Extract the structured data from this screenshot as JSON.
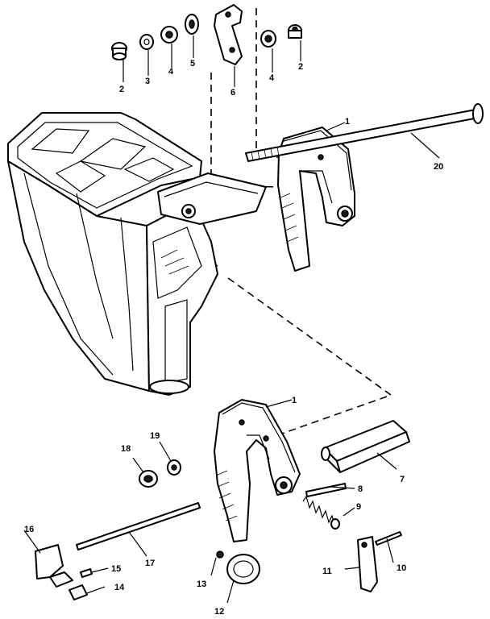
{
  "callouts": {
    "c1": "2",
    "c2": "3",
    "c3": "4",
    "c4": "5",
    "c5": "6",
    "c6": "4",
    "c7": "2",
    "c8": "1",
    "c9": "20",
    "c10": "1",
    "c11": "7",
    "c12": "8",
    "c13": "9",
    "c14": "10",
    "c15": "11",
    "c16": "12",
    "c17": "13",
    "c18": "14",
    "c19": "15",
    "c20": "16",
    "c21": "17",
    "c22": "18",
    "c23": "19"
  }
}
